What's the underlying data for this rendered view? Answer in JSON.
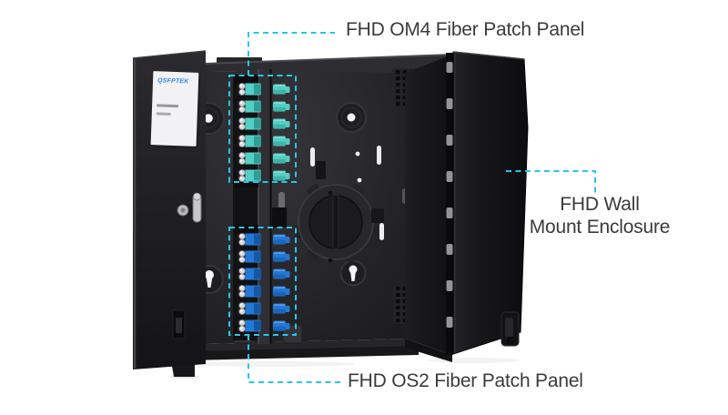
{
  "colors": {
    "accent": "#29C5EA",
    "text": "#3B3B3B",
    "brand_blue": "#2E86D8",
    "background": "#FFFFFF",
    "om4_aqua": "#54CFC6",
    "om4_aqua_dark": "#2E9E96",
    "os2_blue": "#2379D6",
    "os2_blue_dark": "#1457A5"
  },
  "annotations": {
    "om4": {
      "label": "FHD OM4 Fiber Patch Panel"
    },
    "os2": {
      "label": "FHD OS2 Fiber Patch Panel"
    },
    "enclosure": {
      "line1": "FHD Wall",
      "line2": "Mount Enclosure"
    }
  },
  "product": {
    "brand": "QSFPTEK",
    "panels": [
      {
        "id": "om4-panel",
        "name": "FHD OM4 Fiber Patch Panel",
        "color_key": "om4_aqua",
        "dark_key": "om4_aqua_dark",
        "duplex_ports": 6
      },
      {
        "id": "os2-panel",
        "name": "FHD OS2 Fiber Patch Panel",
        "color_key": "os2_blue",
        "dark_key": "os2_blue_dark",
        "duplex_ports": 6
      }
    ]
  }
}
